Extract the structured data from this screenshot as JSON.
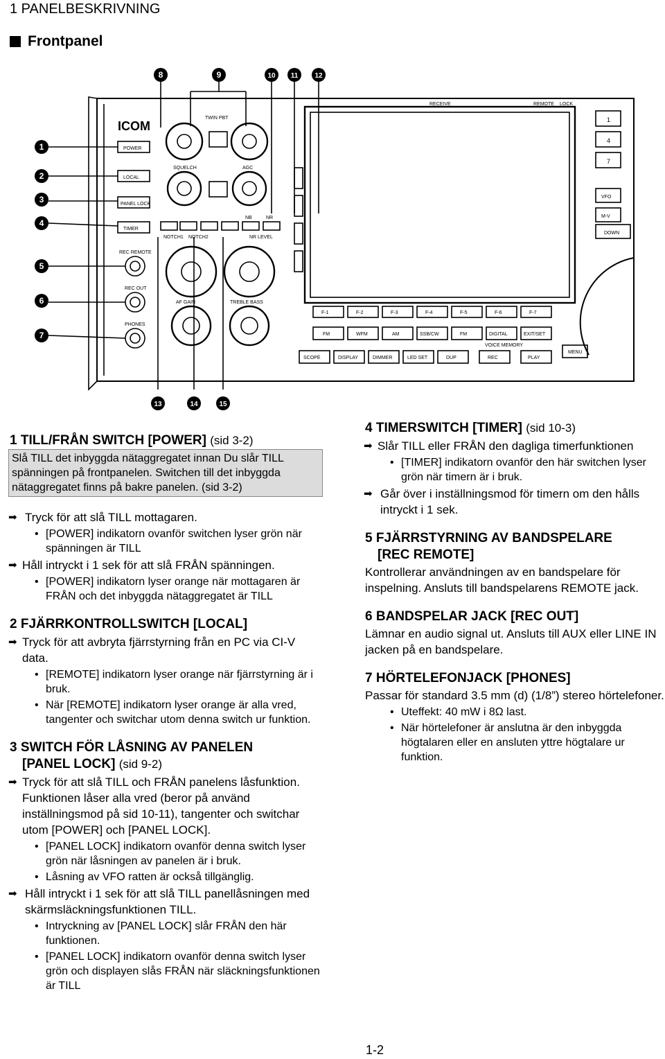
{
  "header": {
    "chapter": "1 PANELBESKRIVNING",
    "section": "Frontpanel"
  },
  "figure": {
    "brand": "ICOM",
    "callouts": [
      "1",
      "2",
      "3",
      "4",
      "5",
      "6",
      "7",
      "8",
      "9",
      "10",
      "11",
      "12",
      "13",
      "14",
      "15"
    ],
    "buttons": {
      "power": "POWER",
      "local": "LOCAL",
      "panel_lock": "PANEL LOCK",
      "timer": "TIMER",
      "rec_remote": "REC REMOTE",
      "rec_out": "REC OUT",
      "phones": "PHONES",
      "twin_pbt": "TWIN PBT",
      "squelch": "SQUELCH",
      "agc": "AGC",
      "af_gain": "AF GAIN",
      "treble_bass": "TREBLE BASS",
      "nb": "NB",
      "nr": "NR",
      "notch1": "NOTCH1",
      "notch2": "NOTCH2",
      "nr_level": "NR LEVEL",
      "receive": "RECEIVE",
      "remote": "REMOTE",
      "lock": "LOCK",
      "vfo": "VFO",
      "mw": "M-V",
      "down": "DOWN",
      "scope": "SCOPE",
      "display": "DISPLAY",
      "dimmer": "DIMMER",
      "led_set": "LED SET",
      "dup": "DUP",
      "rec": "REC",
      "play": "PLAY",
      "voice_memory": "VOICE MEMORY",
      "menu": "MENU",
      "fm": "FM",
      "wfm": "WFM",
      "am": "AM",
      "ssb_cw": "SSB/CW",
      "digital": "DIGITAL",
      "exit_set": "EXIT/SET",
      "f1": "F-1",
      "f2": "F-2",
      "f3": "F-3",
      "f4": "F-4",
      "f5": "F-5",
      "f6": "F-6",
      "f7": "F-7"
    },
    "keypad": [
      "1",
      "4",
      "7"
    ]
  },
  "left": {
    "s1_title": "1 TILL/FRÅN SWITCH [POWER]",
    "s1_ref": "(sid 3-2)",
    "s1_box": [
      "Slå TILL det inbyggda nätaggregatet innan Du slår TILL",
      "spänningen på frontpanelen. Switchen till det inbyggda",
      "nätaggregatet finns på bakre panelen. (sid 3-2)"
    ],
    "s1_a1": "Tryck för att slå TILL mottagaren.",
    "s1_b1": "[POWER] indikatorn ovanför switchen lyser grön när spänningen är TILL",
    "s1_a2": "Håll intryckt i 1 sek för att slå FRÅN spänningen.",
    "s1_b2": "[POWER] indikatorn lyser orange när mottagaren är FRÅN och det inbyggda nätaggregatet är TILL",
    "s2_title": "2 FJÄRRKONTROLLSWITCH [LOCAL]",
    "s2_a1": "Tryck för att avbryta fjärrstyrning från en PC via CI-V data.",
    "s2_b1": "[REMOTE] indikatorn lyser orange när fjärrstyrning är i bruk.",
    "s2_b2": "När [REMOTE] indikatorn lyser orange är alla vred, tangenter och switchar utom denna switch ur funktion.",
    "s3_title_a": "3 SWITCH FÖR LÅSNING AV PANELEN",
    "s3_title_b": "[PANEL LOCK]",
    "s3_ref": "(sid 9-2)",
    "s3_a1": "Tryck för att slå TILL och FRÅN panelens låsfunktion. Funktionen låser alla vred (beror på använd inställningsmod på sid 10-11), tangenter och switchar utom [POWER] och [PANEL LOCK].",
    "s3_b1": "[PANEL LOCK] indikatorn ovanför denna switch lyser grön när låsningen av panelen är i bruk.",
    "s3_b2": "Låsning av VFO ratten är också tillgänglig.",
    "s3_a2": "Håll intryckt i 1 sek för att slå TILL panellåsningen med skärmsläckningsfunktionen TILL.",
    "s3_b3": "Intryckning av [PANEL LOCK] slår FRÅN den här funktionen.",
    "s3_b4": "[PANEL LOCK] indikatorn ovanför denna switch lyser grön och displayen slås FRÅN när släckningsfunktionen är TILL"
  },
  "right": {
    "s4_title": "4 TIMERSWITCH [TIMER]",
    "s4_ref": "(sid 10-3)",
    "s4_a1": "Slår TILL eller FRÅN den dagliga timerfunktionen",
    "s4_b1": "[TIMER] indikatorn ovanför den här switchen lyser grön när timern är i bruk.",
    "s4_a2": "Går över i inställningsmod för timern om den hålls intryckt i 1 sek.",
    "s5_title_a": "5 FJÄRRSTYRNING AV BANDSPELARE",
    "s5_title_b": "[REC REMOTE]",
    "s5_p": "Kontrollerar användningen av en bandspelare för inspelning. Ansluts till bandspelarens REMOTE jack.",
    "s6_title": "6 BANDSPELAR JACK [REC OUT]",
    "s6_p": "Lämnar en audio signal ut. Ansluts till AUX eller LINE IN jacken på en bandspelare.",
    "s7_title": "7 HÖRTELEFONJACK [PHONES]",
    "s7_p": "Passar för standard 3.5 mm (d) (1/8”) stereo hörtelefoner.",
    "s7_b1": "Uteffekt: 40 mW i 8Ω last.",
    "s7_b2": "När hörtelefoner är anslutna är den inbyggda högtalaren eller en ansluten yttre högtalare ur funktion."
  },
  "footer": {
    "page": "1-2"
  }
}
